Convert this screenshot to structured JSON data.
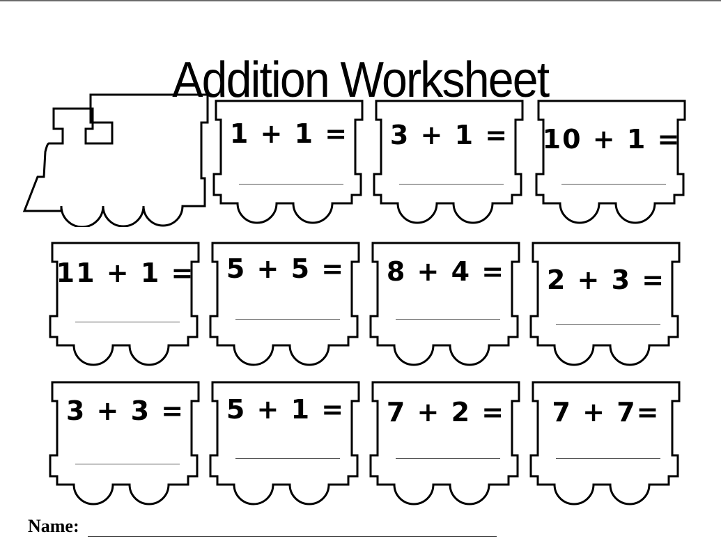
{
  "title": "Addition Worksheet",
  "engine": {
    "icon": "train-engine-icon"
  },
  "cars": [
    {
      "row": 1,
      "col": 2,
      "problem": "1 + 1 =",
      "answer": ""
    },
    {
      "row": 1,
      "col": 3,
      "problem": "3 + 1 =",
      "answer": ""
    },
    {
      "row": 1,
      "col": 4,
      "problem": "10 + 1 =",
      "answer": ""
    },
    {
      "row": 2,
      "col": 1,
      "problem": "11 + 1 =",
      "answer": ""
    },
    {
      "row": 2,
      "col": 2,
      "problem": "5 + 5 =",
      "answer": ""
    },
    {
      "row": 2,
      "col": 3,
      "problem": "8 + 4 =",
      "answer": ""
    },
    {
      "row": 2,
      "col": 4,
      "problem": "2 + 3 =",
      "answer": ""
    },
    {
      "row": 3,
      "col": 1,
      "problem": "3 + 3 =",
      "answer": ""
    },
    {
      "row": 3,
      "col": 2,
      "problem": "5 + 1 =",
      "answer": ""
    },
    {
      "row": 3,
      "col": 3,
      "problem": "7 + 2 =",
      "answer": ""
    },
    {
      "row": 3,
      "col": 4,
      "problem": "7 + 7=",
      "answer": ""
    }
  ],
  "footer": {
    "name_label": "Name:",
    "name_value": ""
  },
  "colors": {
    "ink": "#000000",
    "answer_line": "#555555",
    "background": "#ffffff"
  }
}
